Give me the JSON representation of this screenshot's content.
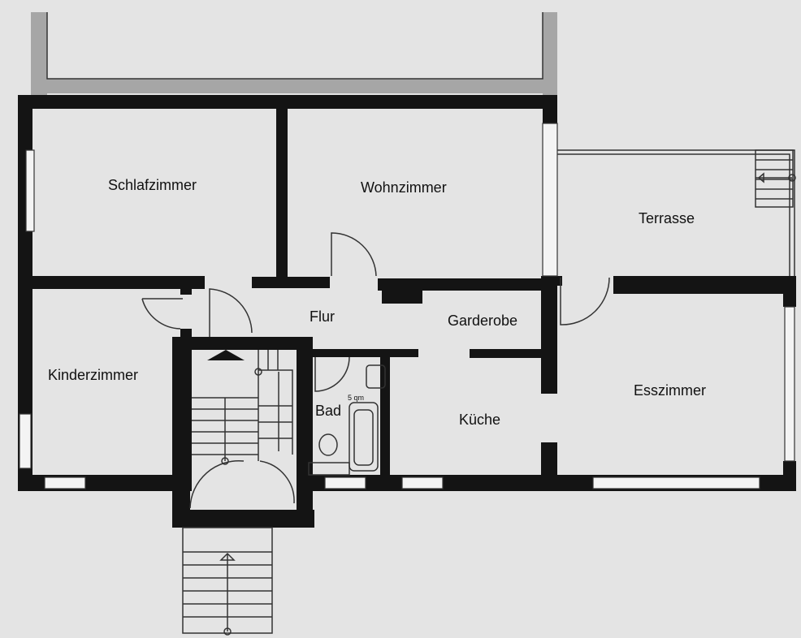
{
  "title": "Grundriss",
  "rooms": {
    "schlafzimmer": "Schlafzimmer",
    "wohnzimmer": "Wohnzimmer",
    "terrasse": "Terrasse",
    "flur": "Flur",
    "garderobe": "Garderobe",
    "kinderzimmer": "Kinderzimmer",
    "bad": "Bad",
    "kueche": "Küche",
    "esszimmer": "Esszimmer"
  },
  "annotations": {
    "bad_area": "5 qm"
  }
}
